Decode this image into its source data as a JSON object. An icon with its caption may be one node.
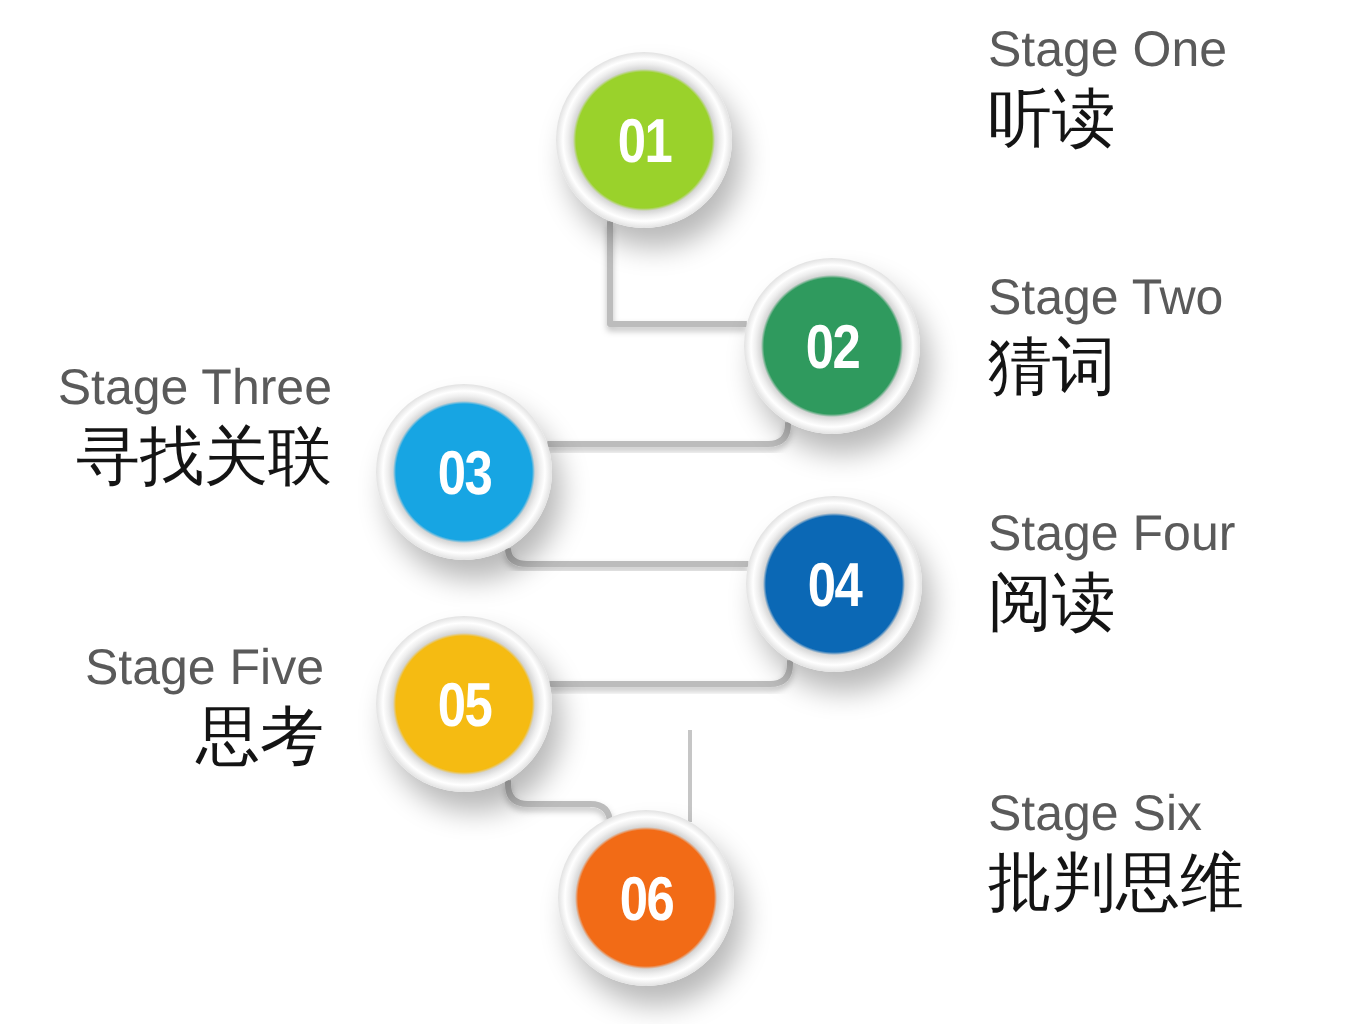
{
  "diagram": {
    "nodes": [
      {
        "text": [
          "01"
        ],
        "beside": [
          "Stage One",
          "听读"
        ]
      },
      {
        "text": [
          "02"
        ],
        "beside": [
          "Stage Two",
          "猜词"
        ]
      },
      {
        "text": [
          "03"
        ],
        "beside": [
          "Stage Three",
          "寻找关联"
        ]
      },
      {
        "text": [
          "04"
        ],
        "beside": [
          "Stage Four",
          "阅读"
        ]
      },
      {
        "text": [
          "05"
        ],
        "beside": [
          "Stage Five",
          "思考"
        ]
      },
      {
        "text": [
          "06"
        ],
        "beside": [
          "Stage Six",
          "批判思维"
        ]
      }
    ],
    "edges": [
      {
        "from": 0,
        "to": 1,
        "arrow": "none"
      },
      {
        "from": 1,
        "to": 2,
        "arrow": "none"
      },
      {
        "from": 2,
        "to": 3,
        "arrow": "none"
      },
      {
        "from": 3,
        "to": 4,
        "arrow": "none"
      },
      {
        "from": 4,
        "to": 5,
        "arrow": "none"
      }
    ]
  }
}
